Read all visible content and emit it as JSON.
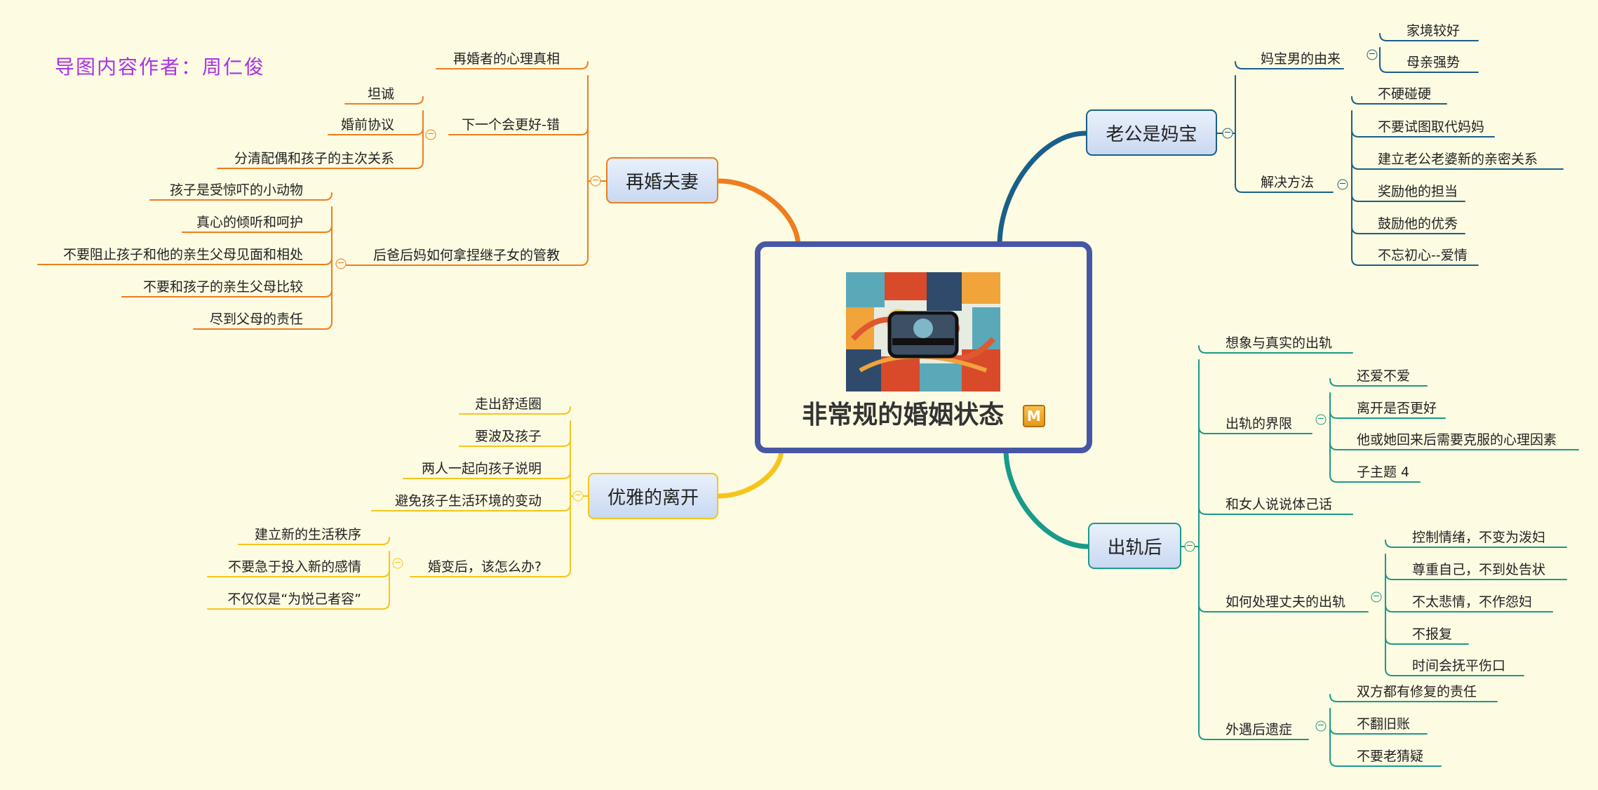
{
  "author": "导图内容作者：周仁俊",
  "center": {
    "title": "非常规的婚姻状态",
    "badge": "M"
  },
  "colors": {
    "orange": "#ef7d1e",
    "blue": "#1a5f8a",
    "yellow": "#f5c51c",
    "teal": "#1a9a8a",
    "border": "#4757a5"
  },
  "topics": [
    {
      "key": "remarried",
      "label": "再婚夫妻",
      "children": [
        {
          "label": "再婚者的心理真相"
        },
        {
          "label": "下一个会更好-错",
          "children": [
            {
              "label": "坦诚"
            },
            {
              "label": "婚前协议"
            },
            {
              "label": "分清配偶和孩子的主次关系"
            }
          ]
        },
        {
          "label": "后爸后妈如何拿捏继子女的管教",
          "children": [
            {
              "label": "孩子是受惊吓的小动物"
            },
            {
              "label": "真心的倾听和呵护"
            },
            {
              "label": "不要阻止孩子和他的亲生父母见面和相处"
            },
            {
              "label": "不要和孩子的亲生父母比较"
            },
            {
              "label": "尽到父母的责任"
            }
          ]
        }
      ]
    },
    {
      "key": "mommy",
      "label": "老公是妈宝",
      "children": [
        {
          "label": "妈宝男的由来",
          "children": [
            {
              "label": "家境较好"
            },
            {
              "label": "母亲强势"
            }
          ]
        },
        {
          "label": "解决方法",
          "children": [
            {
              "label": "不硬碰硬"
            },
            {
              "label": "不要试图取代妈妈"
            },
            {
              "label": "建立老公老婆新的亲密关系"
            },
            {
              "label": "奖励他的担当"
            },
            {
              "label": "鼓励他的优秀"
            },
            {
              "label": "不忘初心--爱情"
            }
          ]
        }
      ]
    },
    {
      "key": "leave",
      "label": "优雅的离开",
      "children": [
        {
          "label": "走出舒适圈"
        },
        {
          "label": "要波及孩子"
        },
        {
          "label": "两人一起向孩子说明"
        },
        {
          "label": "避免孩子生活环境的变动"
        },
        {
          "label": "婚变后，该怎么办?",
          "children": [
            {
              "label": "建立新的生活秩序"
            },
            {
              "label": "不要急于投入新的感情"
            },
            {
              "label": "不仅仅是“为悦己者容”"
            }
          ]
        }
      ]
    },
    {
      "key": "affair",
      "label": "出轨后",
      "children": [
        {
          "label": "想象与真实的出轨"
        },
        {
          "label": "出轨的界限",
          "children": [
            {
              "label": "还爱不爱"
            },
            {
              "label": "离开是否更好"
            },
            {
              "label": "他或她回来后需要克服的心理因素"
            },
            {
              "label": "子主题 4"
            }
          ]
        },
        {
          "label": "和女人说说体己话"
        },
        {
          "label": "如何处理丈夫的出轨",
          "children": [
            {
              "label": "控制情绪，不变为泼妇"
            },
            {
              "label": "尊重自己，不到处告状"
            },
            {
              "label": "不太悲情，不作怨妇"
            },
            {
              "label": "不报复"
            },
            {
              "label": "时间会抚平伤口"
            }
          ]
        },
        {
          "label": "外遇后遗症",
          "children": [
            {
              "label": "双方都有修复的责任"
            },
            {
              "label": "不翻旧账"
            },
            {
              "label": "不要老猜疑"
            }
          ]
        }
      ]
    }
  ]
}
